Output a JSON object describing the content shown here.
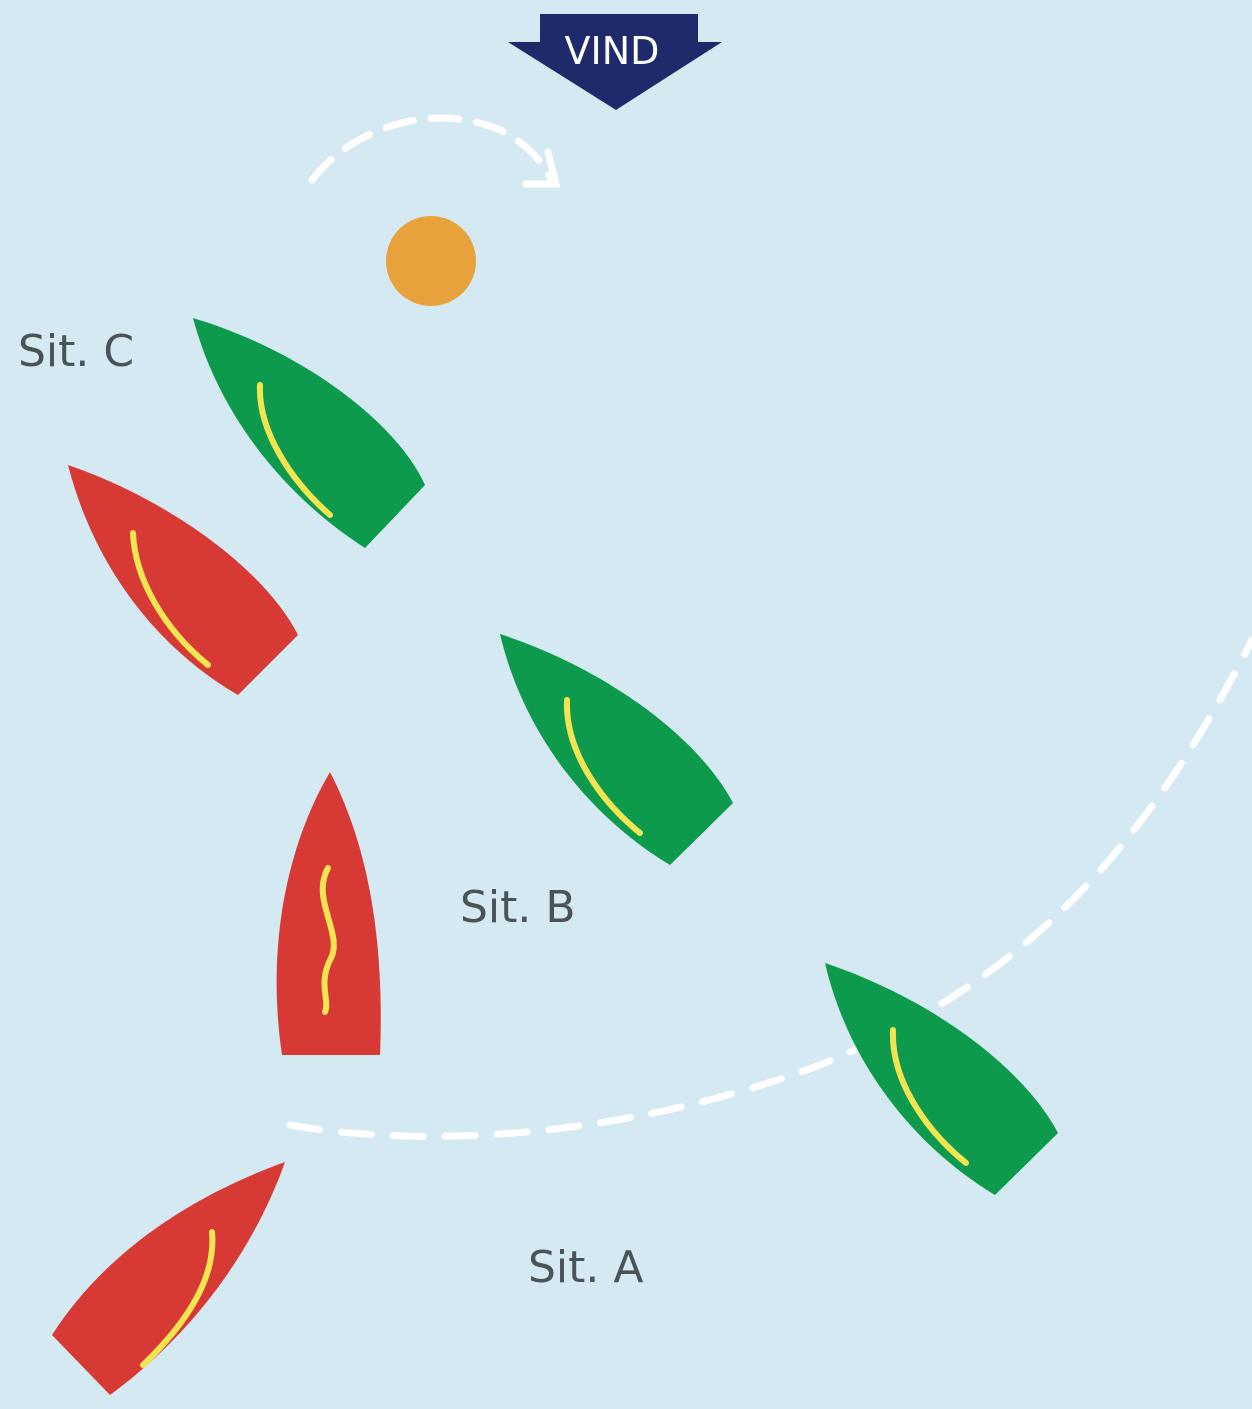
{
  "wind": {
    "label": "VIND",
    "color": "#1f2a6b",
    "text_color": "#ffffff"
  },
  "labels": {
    "sit_a": "Sit. A",
    "sit_b": "Sit. B",
    "sit_c": "Sit. C"
  },
  "colors": {
    "water": "#d5e9f2",
    "boat_red": "#d73a35",
    "boat_green": "#0e9a4d",
    "sail": "#f2e552",
    "mark": "#e8a23c",
    "track": "#ffffff",
    "label": "#4a5358"
  },
  "mark_icon": "orange-buoy"
}
